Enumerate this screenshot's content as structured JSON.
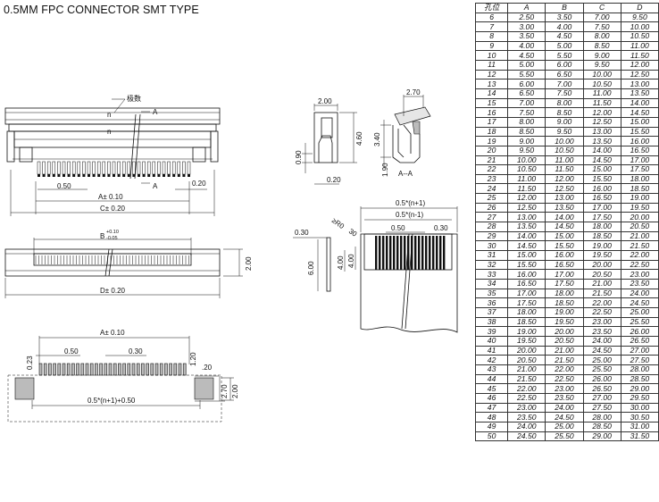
{
  "title": "0.5MM FPC CONNECTOR SMT TYPE",
  "labels": {
    "pin_count_cn": "极数",
    "n": "n",
    "A": "A",
    "section": "A--A",
    "p050": "0.50",
    "p020": "0.20",
    "A_tol": "A± 0.10",
    "C_tol": "C± 0.20",
    "B_tol": "B",
    "B_sup": "+0.10",
    "B_sub": "-0.05",
    "D_tol": "D± 0.20",
    "h200": "2.00",
    "w200": "2.00",
    "h460": "4.60",
    "h090": "0.90",
    "w020b": "0.20",
    "w270": "2.70",
    "h340": "3.40",
    "h190": "1.90",
    "p5n1": "0.5*(n+1)",
    "p5nm1": "0.5*(n-1)",
    "r030": "0.30",
    "r030b": "0.30",
    "r050": "0.50",
    "r02": "≥R0",
    "r03": "30",
    "h600": "6.00",
    "h400a": "4.00",
    "h400b": "4.00",
    "fA_tol": "A± 0.10",
    "f050": "0.50",
    "f030": "0.30",
    "f023": "0.23",
    "f120": "1.20",
    "f020": ".20",
    "f270": "2.70",
    "f200": "2.00",
    "f5n1": "0.5*(n+1)+0.50"
  },
  "table": {
    "headers": [
      "孔位",
      "A",
      "B",
      "C",
      "D"
    ],
    "rows": [
      [
        "6",
        "2.50",
        "3.50",
        "7.00",
        "9.50"
      ],
      [
        "7",
        "3.00",
        "4.00",
        "7.50",
        "10.00"
      ],
      [
        "8",
        "3.50",
        "4.50",
        "8.00",
        "10.50"
      ],
      [
        "9",
        "4.00",
        "5.00",
        "8.50",
        "11.00"
      ],
      [
        "10",
        "4.50",
        "5.50",
        "9.00",
        "11.50"
      ],
      [
        "11",
        "5.00",
        "6.00",
        "9.50",
        "12.00"
      ],
      [
        "12",
        "5.50",
        "6.50",
        "10.00",
        "12.50"
      ],
      [
        "13",
        "6.00",
        "7.00",
        "10.50",
        "13.00"
      ],
      [
        "14",
        "6.50",
        "7.50",
        "11.00",
        "13.50"
      ],
      [
        "15",
        "7.00",
        "8.00",
        "11.50",
        "14.00"
      ],
      [
        "16",
        "7.50",
        "8.50",
        "12.00",
        "14.50"
      ],
      [
        "17",
        "8.00",
        "9.00",
        "12.50",
        "15.00"
      ],
      [
        "18",
        "8.50",
        "9.50",
        "13.00",
        "15.50"
      ],
      [
        "19",
        "9.00",
        "10.00",
        "13.50",
        "16.00"
      ],
      [
        "20",
        "9.50",
        "10.50",
        "14.00",
        "16.50"
      ],
      [
        "21",
        "10.00",
        "11.00",
        "14.50",
        "17.00"
      ],
      [
        "22",
        "10.50",
        "11.50",
        "15.00",
        "17.50"
      ],
      [
        "23",
        "11.00",
        "12.00",
        "15.50",
        "18.00"
      ],
      [
        "24",
        "11.50",
        "12.50",
        "16.00",
        "18.50"
      ],
      [
        "25",
        "12.00",
        "13.00",
        "16.50",
        "19.00"
      ],
      [
        "26",
        "12.50",
        "13.50",
        "17.00",
        "19.50"
      ],
      [
        "27",
        "13.00",
        "14.00",
        "17.50",
        "20.00"
      ],
      [
        "28",
        "13.50",
        "14.50",
        "18.00",
        "20.50"
      ],
      [
        "29",
        "14.00",
        "15.00",
        "18.50",
        "21.00"
      ],
      [
        "30",
        "14.50",
        "15.50",
        "19.00",
        "21.50"
      ],
      [
        "31",
        "15.00",
        "16.00",
        "19.50",
        "22.00"
      ],
      [
        "32",
        "15.50",
        "16.50",
        "20.00",
        "22.50"
      ],
      [
        "33",
        "16.00",
        "17.00",
        "20.50",
        "23.00"
      ],
      [
        "34",
        "16.50",
        "17.50",
        "21.00",
        "23.50"
      ],
      [
        "35",
        "17.00",
        "18.00",
        "21.50",
        "24.00"
      ],
      [
        "36",
        "17.50",
        "18.50",
        "22.00",
        "24.50"
      ],
      [
        "37",
        "18.00",
        "19.00",
        "22.50",
        "25.00"
      ],
      [
        "38",
        "18.50",
        "19.50",
        "23.00",
        "25.50"
      ],
      [
        "39",
        "19.00",
        "20.00",
        "23.50",
        "26.00"
      ],
      [
        "40",
        "19.50",
        "20.50",
        "24.00",
        "26.50"
      ],
      [
        "41",
        "20.00",
        "21.00",
        "24.50",
        "27.00"
      ],
      [
        "42",
        "20.50",
        "21.50",
        "25.00",
        "27.50"
      ],
      [
        "43",
        "21.00",
        "22.00",
        "25.50",
        "28.00"
      ],
      [
        "44",
        "21.50",
        "22.50",
        "26.00",
        "28.50"
      ],
      [
        "45",
        "22.00",
        "23.00",
        "26.50",
        "29.00"
      ],
      [
        "46",
        "22.50",
        "23.50",
        "27.00",
        "29.50"
      ],
      [
        "47",
        "23.00",
        "24.00",
        "27.50",
        "30.00"
      ],
      [
        "48",
        "23.50",
        "24.50",
        "28.00",
        "30.50"
      ],
      [
        "49",
        "24.00",
        "25.00",
        "28.50",
        "31.00"
      ],
      [
        "50",
        "24.50",
        "25.50",
        "29.00",
        "31.50"
      ]
    ]
  }
}
